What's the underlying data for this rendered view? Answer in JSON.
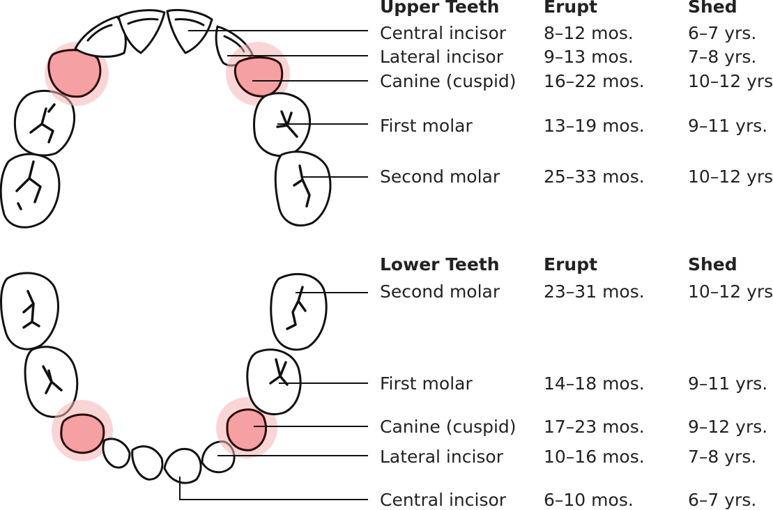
{
  "colors": {
    "canine_highlight": "#f5a0a3",
    "line": "#111111",
    "text": "#222222"
  },
  "upper": {
    "header": {
      "title": "Upper Teeth",
      "erupt": "Erupt",
      "shed": "Shed"
    },
    "rows": [
      {
        "tooth": "Central incisor",
        "erupt": "8–12 mos.",
        "shed": "6–7 yrs."
      },
      {
        "tooth": "Lateral incisor",
        "erupt": "9–13 mos.",
        "shed": "7–8 yrs."
      },
      {
        "tooth": "Canine (cuspid)",
        "erupt": "16–22 mos.",
        "shed": "10–12 yrs."
      },
      {
        "tooth": "First molar",
        "erupt": "13–19 mos.",
        "shed": "9–11 yrs."
      },
      {
        "tooth": "Second molar",
        "erupt": "25–33 mos.",
        "shed": "10–12 yrs."
      }
    ]
  },
  "lower": {
    "header": {
      "title": "Lower Teeth",
      "erupt": "Erupt",
      "shed": "Shed"
    },
    "rows": [
      {
        "tooth": "Second molar",
        "erupt": "23–31 mos.",
        "shed": "10–12 yrs."
      },
      {
        "tooth": "First molar",
        "erupt": "14–18 mos.",
        "shed": "9–11 yrs."
      },
      {
        "tooth": "Canine (cuspid)",
        "erupt": "17–23 mos.",
        "shed": "9–12 yrs."
      },
      {
        "tooth": "Lateral incisor",
        "erupt": "10–16 mos.",
        "shed": "7–8 yrs."
      },
      {
        "tooth": "Central incisor",
        "erupt": "6–10 mos.",
        "shed": "6–7 yrs."
      }
    ]
  }
}
